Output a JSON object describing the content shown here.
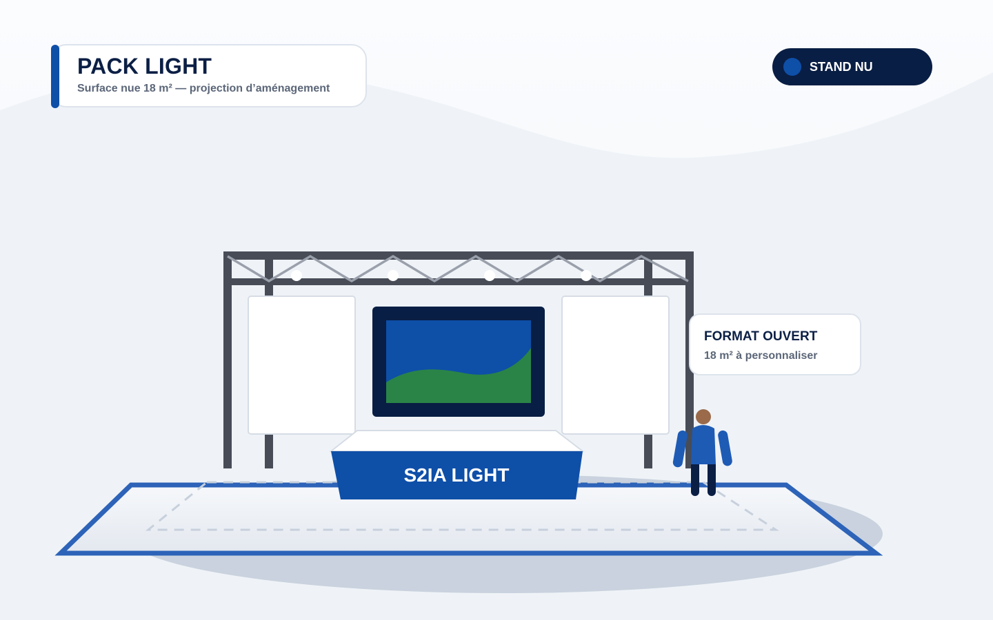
{
  "header": {
    "title": "PACK LIGHT",
    "subtitle": "Surface nue 18 m² — projection d’aménagement"
  },
  "badge": {
    "label": "STAND NU"
  },
  "info_card": {
    "title": "FORMAT OUVERT",
    "subtitle": "18 m² à personnaliser"
  },
  "counter": {
    "label": "S2IA LIGHT"
  },
  "colors": {
    "accent": "#0e4fa8",
    "navy": "#091e44",
    "floor_outline": "#2d63b8",
    "truss": "#474c57",
    "screen_green": "#2a8447"
  }
}
